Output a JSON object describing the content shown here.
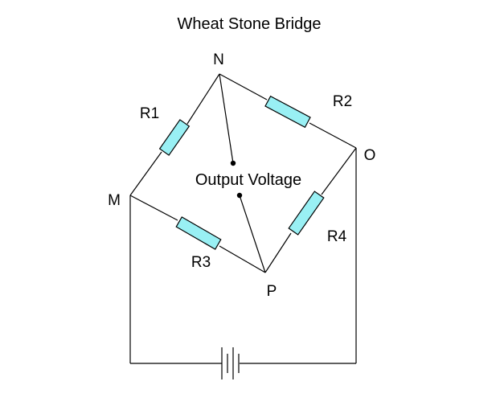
{
  "title": "Wheat Stone Bridge",
  "nodes": {
    "n": "N",
    "o": "O",
    "m": "M",
    "p": "P"
  },
  "resistors": {
    "r1": "R1",
    "r2": "R2",
    "r3": "R3",
    "r4": "R4"
  },
  "output_label": "Output Voltage",
  "colors": {
    "resistor_fill": "#99f0f4",
    "wire": "#000000"
  }
}
